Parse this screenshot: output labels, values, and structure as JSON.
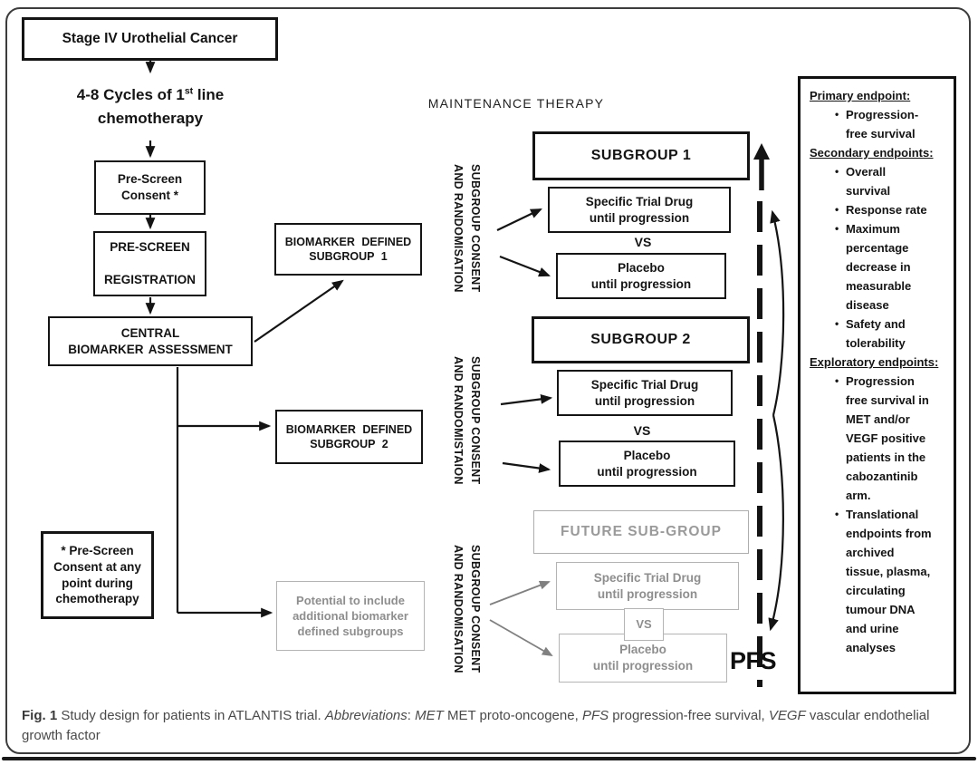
{
  "pathway": {
    "stage_box": "Stage IV Urothelial Cancer",
    "cycles": {
      "pre": "4-8 Cycles of 1",
      "sup": "st",
      "post": " line chemotherapy"
    },
    "prescreen_consent_box": "Pre-Screen\nConsent *",
    "registration_box": "PRE-SCREEN\n\nREGISTRATION",
    "central_box": "CENTRAL\nBIOMARKER ASSESSMENT",
    "biomarker_subgroup1_box": "BIOMARKER DEFINED\nSUBGROUP 1",
    "biomarker_subgroup2_box": "BIOMARKER DEFINED\nSUBGROUP 2",
    "consent_note_box": "* Pre-Screen\nConsent at any\npoint during\nchemotherapy",
    "potential_box": "Potential to include\nadditional biomarker\ndefined subgroups"
  },
  "maintenance": {
    "header": "MAINTENANCE THERAPY",
    "rand_label_1": "SUBGROUP CONSENT\nAND RANDOMISATION",
    "rand_label_2": "SUBGROUP CONSENT\nAND RANDOMISTAION",
    "rand_label_3": "SUBGROUP CONSENT\nAND RANDOMISATION",
    "subgroup1": {
      "title": "SUBGROUP 1",
      "drug": "Specific Trial Drug\nuntil progression",
      "vs": "VS",
      "placebo": "Placebo\nuntil progression"
    },
    "subgroup2": {
      "title": "SUBGROUP 2",
      "drug": "Specific Trial Drug\nuntil progression",
      "vs": "VS",
      "placebo": "Placebo\nuntil progression"
    },
    "future": {
      "title": "FUTURE SUB-GROUP",
      "drug": "Specific Trial Drug\nuntil progression",
      "vs": "VS",
      "placebo": "Placebo\nuntil progression"
    },
    "pfs_label": "PFS"
  },
  "endpoints": {
    "bullet": "•",
    "sections": [
      {
        "heading": "Primary endpoint:",
        "items": [
          "Progression-free survival"
        ]
      },
      {
        "heading": "Secondary endpoints:",
        "items": [
          "Overall survival",
          "Response rate",
          "Maximum percentage decrease in measurable disease",
          "Safety and tolerability"
        ]
      },
      {
        "heading": "Exploratory endpoints:",
        "items": [
          "Progression free survival in MET and/or VEGF positive patients in the cabozantinib arm.",
          "Translational endpoints from archived tissue, plasma, circulating tumour DNA and urine analyses"
        ]
      }
    ]
  },
  "caption": {
    "fig_label": "Fig. 1",
    "body": " Study design for patients in ATLANTIS trial. ",
    "abbr_label": "Abbreviations",
    "abbr_colon": ": ",
    "met_term": "MET",
    "met_def": " MET proto-oncogene, ",
    "pfs_term": "PFS",
    "pfs_def": " progression-free survival, ",
    "vegf_term": "VEGF",
    "vegf_def": " vascular endothelial growth factor"
  },
  "colors": {
    "ink": "#141414",
    "gray_ink": "#8e8e8e",
    "gray_border": "#b4b4b4",
    "caption_text": "#4a4a4a"
  }
}
